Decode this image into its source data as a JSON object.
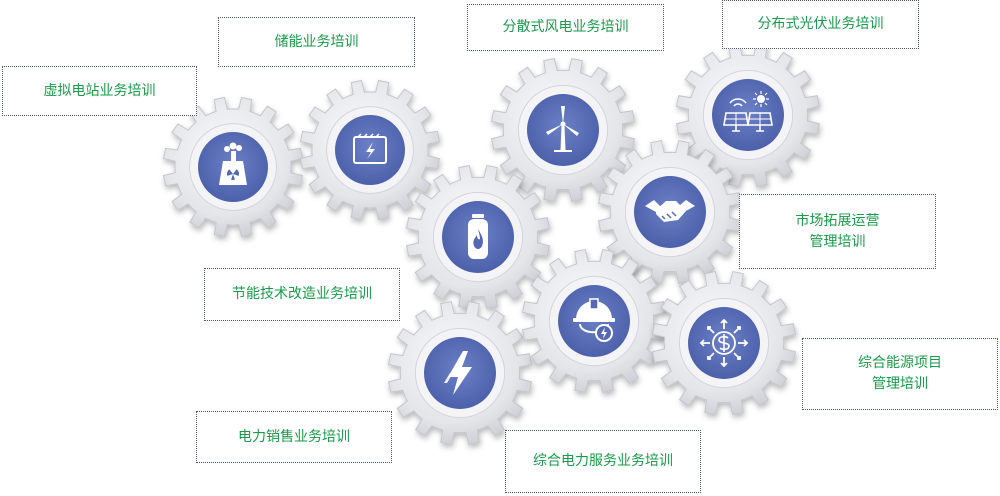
{
  "labels": {
    "virtual_power_plant": [
      "虚拟电站业务培训"
    ],
    "energy_storage": [
      "储能业务培训"
    ],
    "distributed_wind": [
      "分散式风电业务培训"
    ],
    "distributed_pv": [
      "分布式光伏业务培训"
    ],
    "market_expansion": [
      "市场拓展运营",
      "管理培训"
    ],
    "energy_saving_retrofit": [
      "节能技术改造业务培训"
    ],
    "integrated_energy_project": [
      "综合能源项目",
      "管理培训"
    ],
    "electricity_sales": [
      "电力销售业务培训"
    ],
    "integrated_power_service": [
      "综合电力服务业务培训"
    ]
  },
  "colors": {
    "accent_green": "#1a9a4a",
    "icon_blue": "#5468b3",
    "gear_gray": "#e6e7ea",
    "border": "#4a5580"
  },
  "gears": [
    {
      "name": "nuclear-plant",
      "icon": "nuclear-plant-icon"
    },
    {
      "name": "energy-storage",
      "icon": "battery-lightning-icon"
    },
    {
      "name": "wind",
      "icon": "wind-turbine-icon"
    },
    {
      "name": "solar",
      "icon": "solar-panel-icon"
    },
    {
      "name": "gas-cylinder",
      "icon": "gas-flame-icon"
    },
    {
      "name": "handshake",
      "icon": "handshake-icon"
    },
    {
      "name": "power",
      "icon": "lightning-icon"
    },
    {
      "name": "worker",
      "icon": "safety-helmet-icon"
    },
    {
      "name": "finance",
      "icon": "dollar-arrows-icon"
    }
  ]
}
